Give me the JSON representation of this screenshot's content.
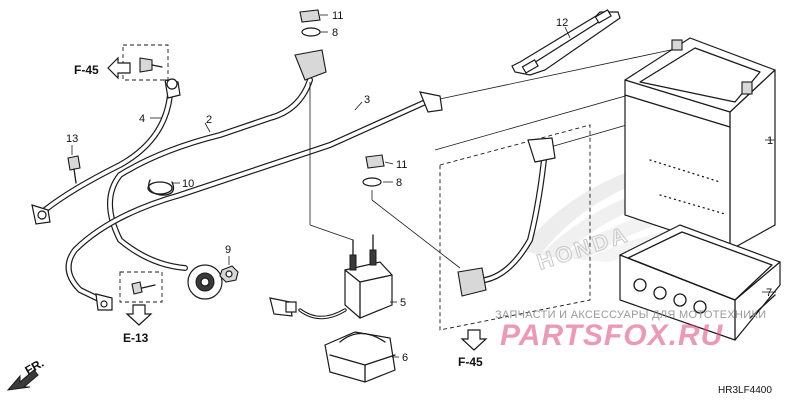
{
  "callouts": [
    {
      "id": "c1",
      "label": "1"
    },
    {
      "id": "c2",
      "label": "2"
    },
    {
      "id": "c3",
      "label": "3"
    },
    {
      "id": "c4",
      "label": "4"
    },
    {
      "id": "c5",
      "label": "5"
    },
    {
      "id": "c6",
      "label": "6"
    },
    {
      "id": "c7",
      "label": "7"
    },
    {
      "id": "c8a",
      "label": "8"
    },
    {
      "id": "c8b",
      "label": "8"
    },
    {
      "id": "c9",
      "label": "9"
    },
    {
      "id": "c10",
      "label": "10"
    },
    {
      "id": "c11a",
      "label": "11"
    },
    {
      "id": "c11b",
      "label": "11"
    },
    {
      "id": "c12",
      "label": "12"
    },
    {
      "id": "c13",
      "label": "13"
    }
  ],
  "references": {
    "f45_top": "F-45",
    "f45_bottom": "F-45",
    "e13": "E-13"
  },
  "front_marker": "FR.",
  "watermark": {
    "brand_text": "HONDA",
    "shop_caption": "ЗАПЧАСТИ И АКСЕССУАРЫ ДЛЯ МОТОТЕХНИКИ",
    "shop_logo": "PARTSFOX.RU"
  },
  "diagram_code": "HR3LF4400"
}
